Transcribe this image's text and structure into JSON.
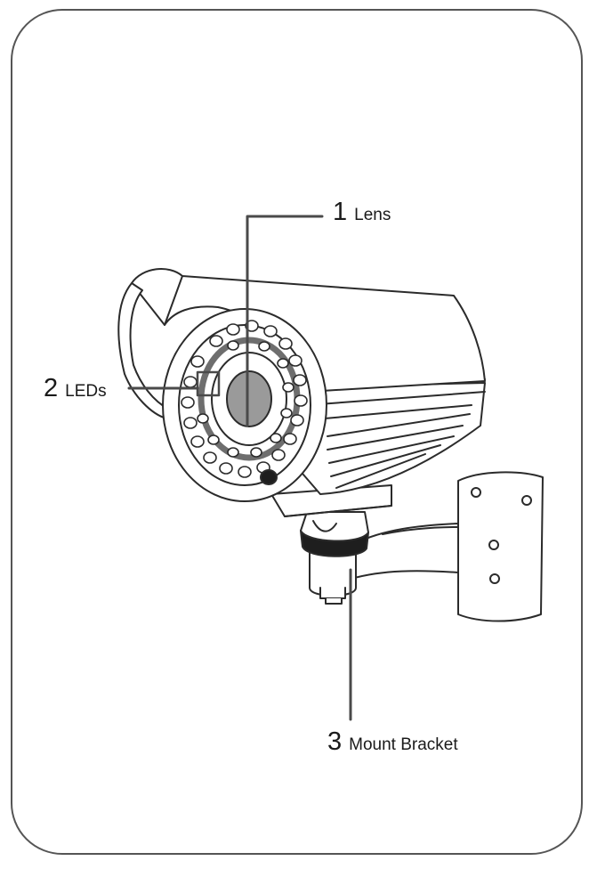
{
  "callouts": [
    {
      "number": "1",
      "text": "Lens"
    },
    {
      "number": "2",
      "text": "LEDs"
    },
    {
      "number": "3",
      "text": "Mount Bracket"
    }
  ],
  "colors": {
    "line": "#2b2b2b",
    "leader": "#4a4a4a",
    "lens": "#9a9a9a",
    "ring": "#6e6e6e",
    "band": "#1e1e1e",
    "frame": "#555555"
  }
}
